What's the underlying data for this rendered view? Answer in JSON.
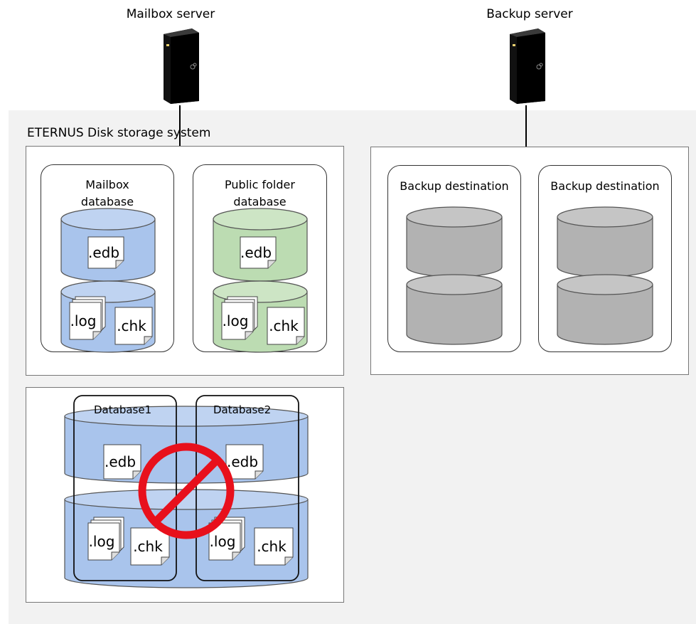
{
  "title_labels": {
    "mailbox_server": "Mailbox server",
    "backup_server": "Backup server",
    "storage_system": "ETERNUS Disk storage system"
  },
  "cards": {
    "mailbox_db": [
      "Mailbox",
      "database"
    ],
    "public_db": [
      "Public folder",
      "database"
    ],
    "backup1": "Backup destination",
    "backup2": "Backup destination"
  },
  "bad_example": {
    "db1": "Database1",
    "db2": "Database2"
  },
  "files": {
    "edb": ".edb",
    "log": ".log",
    "chk": ".chk"
  },
  "colors": {
    "mailbox_disk": "#a9c4ec",
    "public_disk": "#bcdcb2",
    "backup_disk": "#b2b2b2",
    "prohibit": "#e8101c",
    "region_bg": "#f2f2f2"
  },
  "icons": {
    "server": "server-tower-icon",
    "prohibit": "prohibited-icon",
    "disk": "database-cylinder-icon",
    "file": "document-icon"
  }
}
